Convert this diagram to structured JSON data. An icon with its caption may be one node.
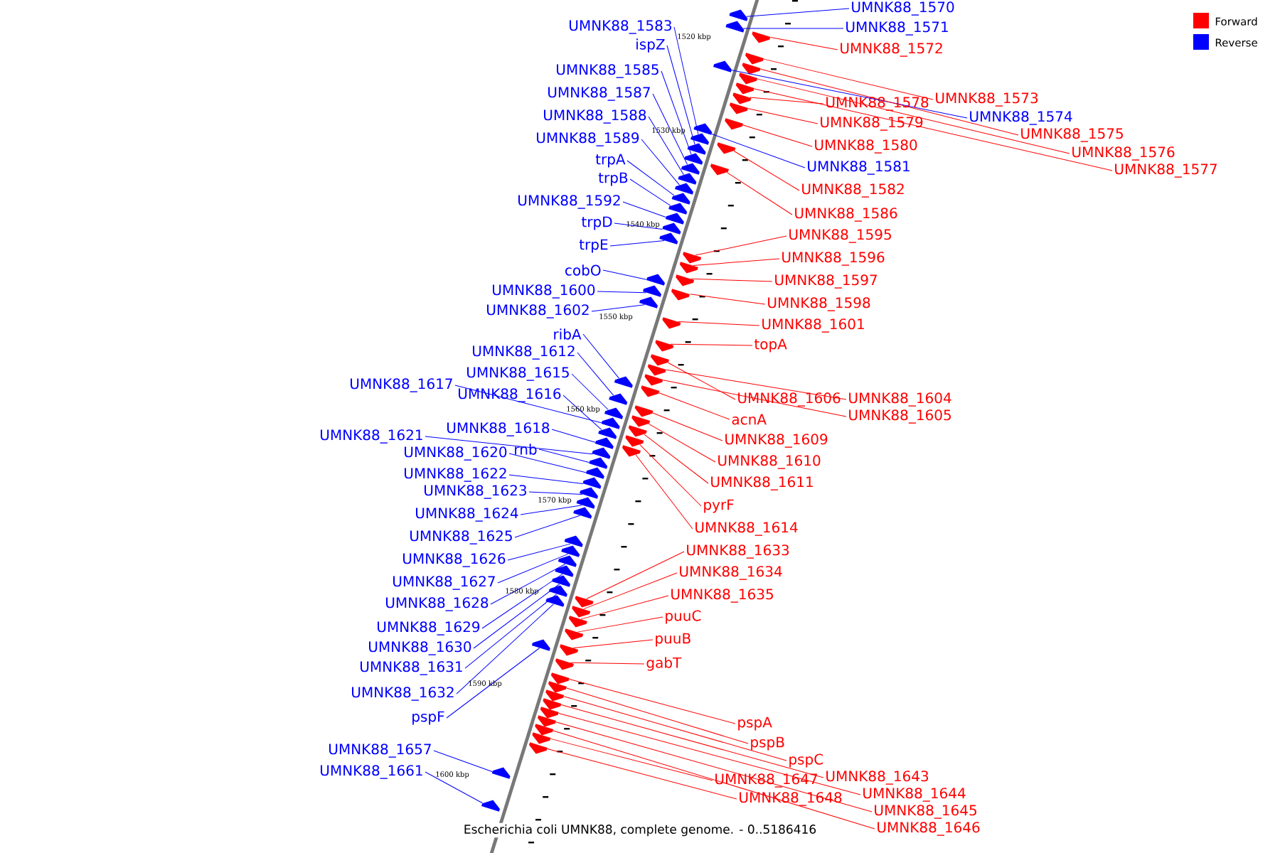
{
  "diagram": {
    "caption": "Escherichia coli UMNK88, complete genome. - 0..5186416",
    "nodes": [
      {
        "text": [
          "UMNK88_1570"
        ]
      },
      {
        "text": [
          "UMNK88_1583"
        ]
      },
      {
        "text": [
          "UMNK88_1571"
        ]
      },
      {
        "text": [
          "ispZ"
        ]
      },
      {
        "text": [
          "UMNK88_1572"
        ]
      },
      {
        "text": [
          "UMNK88_1585"
        ]
      },
      {
        "text": [
          "UMNK88_1587"
        ]
      },
      {
        "text": [
          "UMNK88_1573"
        ]
      },
      {
        "text": [
          "UMNK88_1578"
        ]
      },
      {
        "text": [
          "UMNK88_1588"
        ]
      },
      {
        "text": [
          "UMNK88_1574"
        ]
      },
      {
        "text": [
          "UMNK88_1579"
        ]
      },
      {
        "text": [
          "UMNK88_1575"
        ]
      },
      {
        "text": [
          "UMNK88_1589"
        ]
      },
      {
        "text": [
          "UMNK88_1580"
        ]
      },
      {
        "text": [
          "UMNK88_1576"
        ]
      },
      {
        "text": [
          "trpA"
        ]
      },
      {
        "text": [
          "UMNK88_1581"
        ]
      },
      {
        "text": [
          "UMNK88_1577"
        ]
      },
      {
        "text": [
          "trpB"
        ]
      },
      {
        "text": [
          "UMNK88_1582"
        ]
      },
      {
        "text": [
          "UMNK88_1592"
        ]
      },
      {
        "text": [
          "UMNK88_1586"
        ]
      },
      {
        "text": [
          "trpD"
        ]
      },
      {
        "text": [
          "UMNK88_1595"
        ]
      },
      {
        "text": [
          "trpE"
        ]
      },
      {
        "text": [
          "UMNK88_1596"
        ]
      },
      {
        "text": [
          "cobO"
        ]
      },
      {
        "text": [
          "UMNK88_1597"
        ]
      },
      {
        "text": [
          "UMNK88_1600"
        ]
      },
      {
        "text": [
          "UMNK88_1598"
        ]
      },
      {
        "text": [
          "UMNK88_1602"
        ]
      },
      {
        "text": [
          "UMNK88_1601"
        ]
      },
      {
        "text": [
          "ribA"
        ]
      },
      {
        "text": [
          "topA"
        ]
      },
      {
        "text": [
          "UMNK88_1612"
        ]
      },
      {
        "text": [
          "UMNK88_1615"
        ]
      },
      {
        "text": [
          "UMNK88_1617"
        ]
      },
      {
        "text": [
          "UMNK88_1616"
        ]
      },
      {
        "text": [
          "UMNK88_1606"
        ]
      },
      {
        "text": [
          "UMNK88_1604"
        ]
      },
      {
        "text": [
          "UMNK88_1605"
        ]
      },
      {
        "text": [
          "acnA"
        ]
      },
      {
        "text": [
          "UMNK88_1618"
        ]
      },
      {
        "text": [
          "UMNK88_1621"
        ]
      },
      {
        "text": [
          "UMNK88_1609"
        ]
      },
      {
        "text": [
          "rnb"
        ]
      },
      {
        "text": [
          "UMNK88_1620"
        ]
      },
      {
        "text": [
          "UMNK88_1610"
        ]
      },
      {
        "text": [
          "UMNK88_1622"
        ]
      },
      {
        "text": [
          "UMNK88_1611"
        ]
      },
      {
        "text": [
          "UMNK88_1623"
        ]
      },
      {
        "text": [
          "pyrF"
        ]
      },
      {
        "text": [
          "UMNK88_1624"
        ]
      },
      {
        "text": [
          "UMNK88_1614"
        ]
      },
      {
        "text": [
          "UMNK88_1625"
        ]
      },
      {
        "text": [
          "UMNK88_1633"
        ]
      },
      {
        "text": [
          "UMNK88_1626"
        ]
      },
      {
        "text": [
          "UMNK88_1634"
        ]
      },
      {
        "text": [
          "UMNK88_1627"
        ]
      },
      {
        "text": [
          "UMNK88_1635"
        ]
      },
      {
        "text": [
          "UMNK88_1628"
        ]
      },
      {
        "text": [
          "puuC"
        ]
      },
      {
        "text": [
          "UMNK88_1629"
        ]
      },
      {
        "text": [
          "puuB"
        ]
      },
      {
        "text": [
          "UMNK88_1630"
        ]
      },
      {
        "text": [
          "gabT"
        ]
      },
      {
        "text": [
          "UMNK88_1631"
        ]
      },
      {
        "text": [
          "UMNK88_1632"
        ]
      },
      {
        "text": [
          "pspF"
        ]
      },
      {
        "text": [
          "pspA"
        ]
      },
      {
        "text": [
          "pspB"
        ]
      },
      {
        "text": [
          "UMNK88_1657"
        ]
      },
      {
        "text": [
          "pspC"
        ]
      },
      {
        "text": [
          "UMNK88_1643"
        ]
      },
      {
        "text": [
          "UMNK88_1661"
        ]
      },
      {
        "text": [
          "UMNK88_1647"
        ]
      },
      {
        "text": [
          "UMNK88_1644"
        ]
      },
      {
        "text": [
          "UMNK88_1648"
        ]
      },
      {
        "text": [
          "UMNK88_1645"
        ]
      },
      {
        "text": [
          "UMNK88_1646"
        ]
      },
      {
        "text": [],
        "shape": "arrow"
      },
      {
        "text": [],
        "shape": "arrow"
      },
      {
        "text": [],
        "shape": "arrow"
      },
      {
        "text": [],
        "shape": "arrow"
      },
      {
        "text": [],
        "shape": "arrow"
      },
      {
        "text": [],
        "shape": "arrow"
      },
      {
        "text": [],
        "shape": "arrow"
      },
      {
        "text": [],
        "shape": "arrow"
      },
      {
        "text": [],
        "shape": "arrow"
      },
      {
        "text": [],
        "shape": "arrow"
      },
      {
        "text": [],
        "shape": "arrow"
      },
      {
        "text": [],
        "shape": "arrow"
      },
      {
        "text": [],
        "shape": "arrow"
      },
      {
        "text": [],
        "shape": "arrow"
      },
      {
        "text": [],
        "shape": "arrow"
      },
      {
        "text": [],
        "shape": "arrow"
      },
      {
        "text": [],
        "shape": "arrow"
      },
      {
        "text": [],
        "shape": "arrow"
      },
      {
        "text": [],
        "shape": "arrow"
      },
      {
        "text": [],
        "shape": "arrow"
      },
      {
        "text": [],
        "shape": "arrow"
      },
      {
        "text": [],
        "shape": "arrow"
      },
      {
        "text": [],
        "shape": "arrow"
      },
      {
        "text": [],
        "shape": "arrow"
      },
      {
        "text": [],
        "shape": "arrow"
      },
      {
        "text": [],
        "shape": "arrow"
      },
      {
        "text": [],
        "shape": "arrow"
      },
      {
        "text": [],
        "shape": "arrow"
      },
      {
        "text": [],
        "shape": "arrow"
      },
      {
        "text": [],
        "shape": "arrow"
      },
      {
        "text": [],
        "shape": "arrow"
      },
      {
        "text": [],
        "shape": "arrow"
      },
      {
        "text": [],
        "shape": "arrow"
      },
      {
        "text": [],
        "shape": "arrow"
      },
      {
        "text": [],
        "shape": "arrow"
      },
      {
        "text": [],
        "shape": "arrow"
      },
      {
        "text": [],
        "shape": "arrow"
      },
      {
        "text": [],
        "shape": "arrow"
      },
      {
        "text": [],
        "shape": "arrow"
      },
      {
        "text": [],
        "shape": "arrow"
      },
      {
        "text": [],
        "shape": "arrow"
      },
      {
        "text": [],
        "shape": "arrow"
      },
      {
        "text": [],
        "shape": "arrow"
      },
      {
        "text": [],
        "shape": "arrow"
      },
      {
        "text": [],
        "shape": "arrow"
      },
      {
        "text": [],
        "shape": "arrow"
      },
      {
        "text": [],
        "shape": "arrow"
      },
      {
        "text": [],
        "shape": "arrow"
      },
      {
        "text": [],
        "shape": "arrow"
      },
      {
        "text": [],
        "shape": "arrow"
      },
      {
        "text": [],
        "shape": "arrow"
      },
      {
        "text": [],
        "shape": "arrow"
      },
      {
        "text": [],
        "shape": "arrow"
      },
      {
        "text": [],
        "shape": "arrow"
      },
      {
        "text": [],
        "shape": "arrow"
      },
      {
        "text": [],
        "shape": "arrow"
      },
      {
        "text": [],
        "shape": "arrow"
      },
      {
        "text": [],
        "shape": "arrow"
      },
      {
        "text": [],
        "shape": "arrow"
      },
      {
        "text": [],
        "shape": "arrow"
      },
      {
        "text": [],
        "shape": "arrow"
      },
      {
        "text": [],
        "shape": "arrow"
      },
      {
        "text": [],
        "shape": "arrow"
      },
      {
        "text": [],
        "shape": "arrow"
      },
      {
        "text": [],
        "shape": "arrow"
      },
      {
        "text": [],
        "shape": "arrow"
      },
      {
        "text": [],
        "shape": "arrow"
      },
      {
        "text": [],
        "shape": "arrow"
      },
      {
        "text": [],
        "shape": "arrow"
      },
      {
        "text": [],
        "shape": "arrow"
      },
      {
        "text": [],
        "shape": "arrow"
      },
      {
        "text": [],
        "shape": "arrow"
      },
      {
        "text": [],
        "shape": "arrow"
      },
      {
        "text": [],
        "shape": "arrow"
      },
      {
        "text": [],
        "shape": "arrow"
      },
      {
        "text": [],
        "shape": "arrow"
      },
      {
        "text": [],
        "shape": "arrow"
      },
      {
        "text": [],
        "shape": "arrow"
      },
      {
        "text": [],
        "shape": "arrow"
      },
      {
        "text": [],
        "shape": "arrow"
      },
      {
        "text": [],
        "shape": "arrow"
      }
    ],
    "edges": [
      {
        "from": 0,
        "to": 81,
        "arrow": "none",
        "color": "#0000ff"
      },
      {
        "from": 1,
        "to": 93,
        "arrow": "none",
        "color": "#0000ff"
      },
      {
        "from": 2,
        "to": 82,
        "arrow": "none",
        "color": "#0000ff"
      },
      {
        "from": 3,
        "to": 95,
        "arrow": "none",
        "color": "#0000ff"
      },
      {
        "from": 4,
        "to": 83,
        "arrow": "none",
        "color": "#ff0000"
      },
      {
        "from": 5,
        "to": 96,
        "arrow": "none",
        "color": "#0000ff"
      },
      {
        "from": 6,
        "to": 98,
        "arrow": "none",
        "color": "#0000ff"
      },
      {
        "from": 7,
        "to": 84,
        "arrow": "none",
        "color": "#ff0000"
      },
      {
        "from": 8,
        "to": 89,
        "arrow": "none",
        "color": "#ff0000"
      },
      {
        "from": 9,
        "to": 99,
        "arrow": "none",
        "color": "#0000ff"
      },
      {
        "from": 10,
        "to": 86,
        "arrow": "none",
        "color": "#0000ff"
      },
      {
        "from": 11,
        "to": 90,
        "arrow": "none",
        "color": "#ff0000"
      },
      {
        "from": 12,
        "to": 85,
        "arrow": "none",
        "color": "#ff0000"
      },
      {
        "from": 13,
        "to": 100,
        "arrow": "none",
        "color": "#0000ff"
      },
      {
        "from": 14,
        "to": 91,
        "arrow": "none",
        "color": "#ff0000"
      },
      {
        "from": 15,
        "to": 87,
        "arrow": "none",
        "color": "#ff0000"
      },
      {
        "from": 16,
        "to": 101,
        "arrow": "none",
        "color": "#0000ff"
      },
      {
        "from": 17,
        "to": 92,
        "arrow": "none",
        "color": "#0000ff"
      },
      {
        "from": 18,
        "to": 88,
        "arrow": "none",
        "color": "#ff0000"
      },
      {
        "from": 19,
        "to": 102,
        "arrow": "none",
        "color": "#0000ff"
      },
      {
        "from": 20,
        "to": 94,
        "arrow": "none",
        "color": "#ff0000"
      },
      {
        "from": 21,
        "to": 103,
        "arrow": "none",
        "color": "#0000ff"
      },
      {
        "from": 22,
        "to": 97,
        "arrow": "none",
        "color": "#ff0000"
      },
      {
        "from": 23,
        "to": 104,
        "arrow": "none",
        "color": "#0000ff"
      },
      {
        "from": 24,
        "to": 106,
        "arrow": "none",
        "color": "#ff0000"
      },
      {
        "from": 25,
        "to": 105,
        "arrow": "none",
        "color": "#0000ff"
      },
      {
        "from": 26,
        "to": 107,
        "arrow": "none",
        "color": "#ff0000"
      },
      {
        "from": 27,
        "to": 109,
        "arrow": "none",
        "color": "#0000ff"
      },
      {
        "from": 28,
        "to": 108,
        "arrow": "none",
        "color": "#ff0000"
      },
      {
        "from": 29,
        "to": 110,
        "arrow": "none",
        "color": "#0000ff"
      },
      {
        "from": 30,
        "to": 111,
        "arrow": "none",
        "color": "#ff0000"
      },
      {
        "from": 31,
        "to": 112,
        "arrow": "none",
        "color": "#0000ff"
      },
      {
        "from": 32,
        "to": 113,
        "arrow": "none",
        "color": "#ff0000"
      },
      {
        "from": 33,
        "to": 118,
        "arrow": "none",
        "color": "#0000ff"
      },
      {
        "from": 34,
        "to": 114,
        "arrow": "none",
        "color": "#ff0000"
      },
      {
        "from": 35,
        "to": 120,
        "arrow": "none",
        "color": "#0000ff"
      },
      {
        "from": 36,
        "to": 122,
        "arrow": "none",
        "color": "#0000ff"
      },
      {
        "from": 37,
        "to": 124,
        "arrow": "none",
        "color": "#0000ff"
      },
      {
        "from": 38,
        "to": 126,
        "arrow": "none",
        "color": "#0000ff"
      },
      {
        "from": 39,
        "to": 115,
        "arrow": "none",
        "color": "#ff0000"
      },
      {
        "from": 40,
        "to": 116,
        "arrow": "none",
        "color": "#ff0000"
      },
      {
        "from": 41,
        "to": 117,
        "arrow": "none",
        "color": "#ff0000"
      },
      {
        "from": 42,
        "to": 119,
        "arrow": "none",
        "color": "#ff0000"
      },
      {
        "from": 43,
        "to": 128,
        "arrow": "none",
        "color": "#0000ff"
      },
      {
        "from": 44,
        "to": 130,
        "arrow": "none",
        "color": "#0000ff"
      },
      {
        "from": 45,
        "to": 121,
        "arrow": "none",
        "color": "#ff0000"
      },
      {
        "from": 46,
        "to": 131,
        "arrow": "none",
        "color": "#0000ff"
      },
      {
        "from": 47,
        "to": 132,
        "arrow": "none",
        "color": "#0000ff"
      },
      {
        "from": 48,
        "to": 123,
        "arrow": "none",
        "color": "#ff0000"
      },
      {
        "from": 49,
        "to": 133,
        "arrow": "none",
        "color": "#0000ff"
      },
      {
        "from": 50,
        "to": 125,
        "arrow": "none",
        "color": "#ff0000"
      },
      {
        "from": 51,
        "to": 134,
        "arrow": "none",
        "color": "#0000ff"
      },
      {
        "from": 52,
        "to": 127,
        "arrow": "none",
        "color": "#ff0000"
      },
      {
        "from": 53,
        "to": 135,
        "arrow": "none",
        "color": "#0000ff"
      },
      {
        "from": 54,
        "to": 129,
        "arrow": "none",
        "color": "#ff0000"
      },
      {
        "from": 55,
        "to": 136,
        "arrow": "none",
        "color": "#0000ff"
      },
      {
        "from": 56,
        "to": 143,
        "arrow": "none",
        "color": "#ff0000"
      },
      {
        "from": 57,
        "to": 137,
        "arrow": "none",
        "color": "#0000ff"
      },
      {
        "from": 58,
        "to": 145,
        "arrow": "none",
        "color": "#ff0000"
      },
      {
        "from": 59,
        "to": 138,
        "arrow": "none",
        "color": "#0000ff"
      },
      {
        "from": 60,
        "to": 146,
        "arrow": "none",
        "color": "#ff0000"
      },
      {
        "from": 61,
        "to": 139,
        "arrow": "none",
        "color": "#0000ff"
      },
      {
        "from": 62,
        "to": 147,
        "arrow": "none",
        "color": "#ff0000"
      },
      {
        "from": 63,
        "to": 140,
        "arrow": "none",
        "color": "#0000ff"
      },
      {
        "from": 64,
        "to": 149,
        "arrow": "none",
        "color": "#ff0000"
      },
      {
        "from": 65,
        "to": 141,
        "arrow": "none",
        "color": "#0000ff"
      },
      {
        "from": 66,
        "to": 150,
        "arrow": "none",
        "color": "#ff0000"
      },
      {
        "from": 67,
        "to": 142,
        "arrow": "none",
        "color": "#0000ff"
      },
      {
        "from": 68,
        "to": 144,
        "arrow": "none",
        "color": "#0000ff"
      },
      {
        "from": 69,
        "to": 148,
        "arrow": "none",
        "color": "#0000ff"
      },
      {
        "from": 70,
        "to": 151,
        "arrow": "none",
        "color": "#ff0000"
      },
      {
        "from": 71,
        "to": 152,
        "arrow": "none",
        "color": "#ff0000"
      },
      {
        "from": 72,
        "to": 160,
        "arrow": "none",
        "color": "#0000ff"
      },
      {
        "from": 73,
        "to": 153,
        "arrow": "none",
        "color": "#ff0000"
      },
      {
        "from": 74,
        "to": 154,
        "arrow": "none",
        "color": "#ff0000"
      },
      {
        "from": 75,
        "to": 161,
        "arrow": "none",
        "color": "#0000ff"
      },
      {
        "from": 76,
        "to": 158,
        "arrow": "none",
        "color": "#ff0000"
      },
      {
        "from": 77,
        "to": 155,
        "arrow": "none",
        "color": "#ff0000"
      },
      {
        "from": 78,
        "to": 159,
        "arrow": "none",
        "color": "#ff0000"
      },
      {
        "from": 79,
        "to": 156,
        "arrow": "none",
        "color": "#ff0000"
      },
      {
        "from": 80,
        "to": 157,
        "arrow": "none",
        "color": "#ff0000"
      }
    ],
    "labels": [
      "1520 kbp",
      "1530 kbp",
      "1540 kbp",
      "1550 kbp",
      "1560 kbp",
      "1570 kbp",
      "1580 kbp",
      "1590 kbp",
      "1600 kbp"
    ],
    "legend": [
      {
        "text": "Forward",
        "color": "#ff0000"
      },
      {
        "text": "Reverse",
        "color": "#0000ff"
      }
    ]
  }
}
